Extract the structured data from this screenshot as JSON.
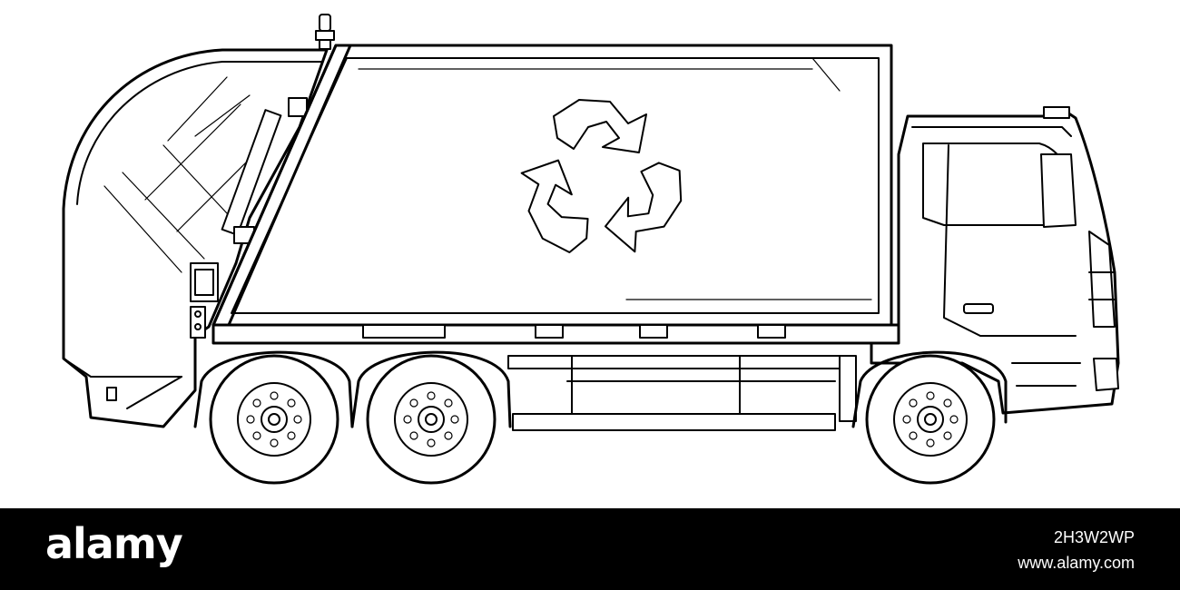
{
  "watermark": {
    "brand": "alamy",
    "image_id": "2H3W2WP",
    "url": "www.alamy.com",
    "background_color": "#000000",
    "text_color": "#ffffff"
  },
  "illustration": {
    "subject_icon": "garbage-truck-icon",
    "symbol_icon": "recycle-icon",
    "line_color": "#000000",
    "fill_color": "#ffffff"
  }
}
